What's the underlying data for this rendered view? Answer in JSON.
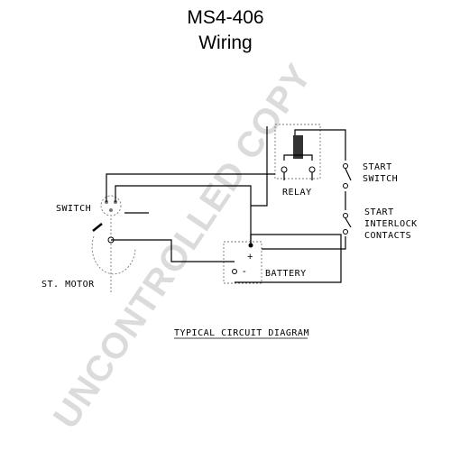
{
  "header": {
    "title": "MS4-406",
    "subtitle": "Wiring"
  },
  "labels": {
    "start_switch_1": "START",
    "start_switch_2": "SWITCH",
    "relay": "RELAY",
    "interlock_1": "START",
    "interlock_2": "INTERLOCK",
    "interlock_3": "CONTACTS",
    "switch": "SWITCH",
    "battery": "BATTERY",
    "motor": "ST. MOTOR",
    "plus": "+",
    "minus": "-",
    "caption": "TYPICAL CIRCUIT DIAGRAM"
  },
  "watermark": "UNCONTROLLED COPY"
}
